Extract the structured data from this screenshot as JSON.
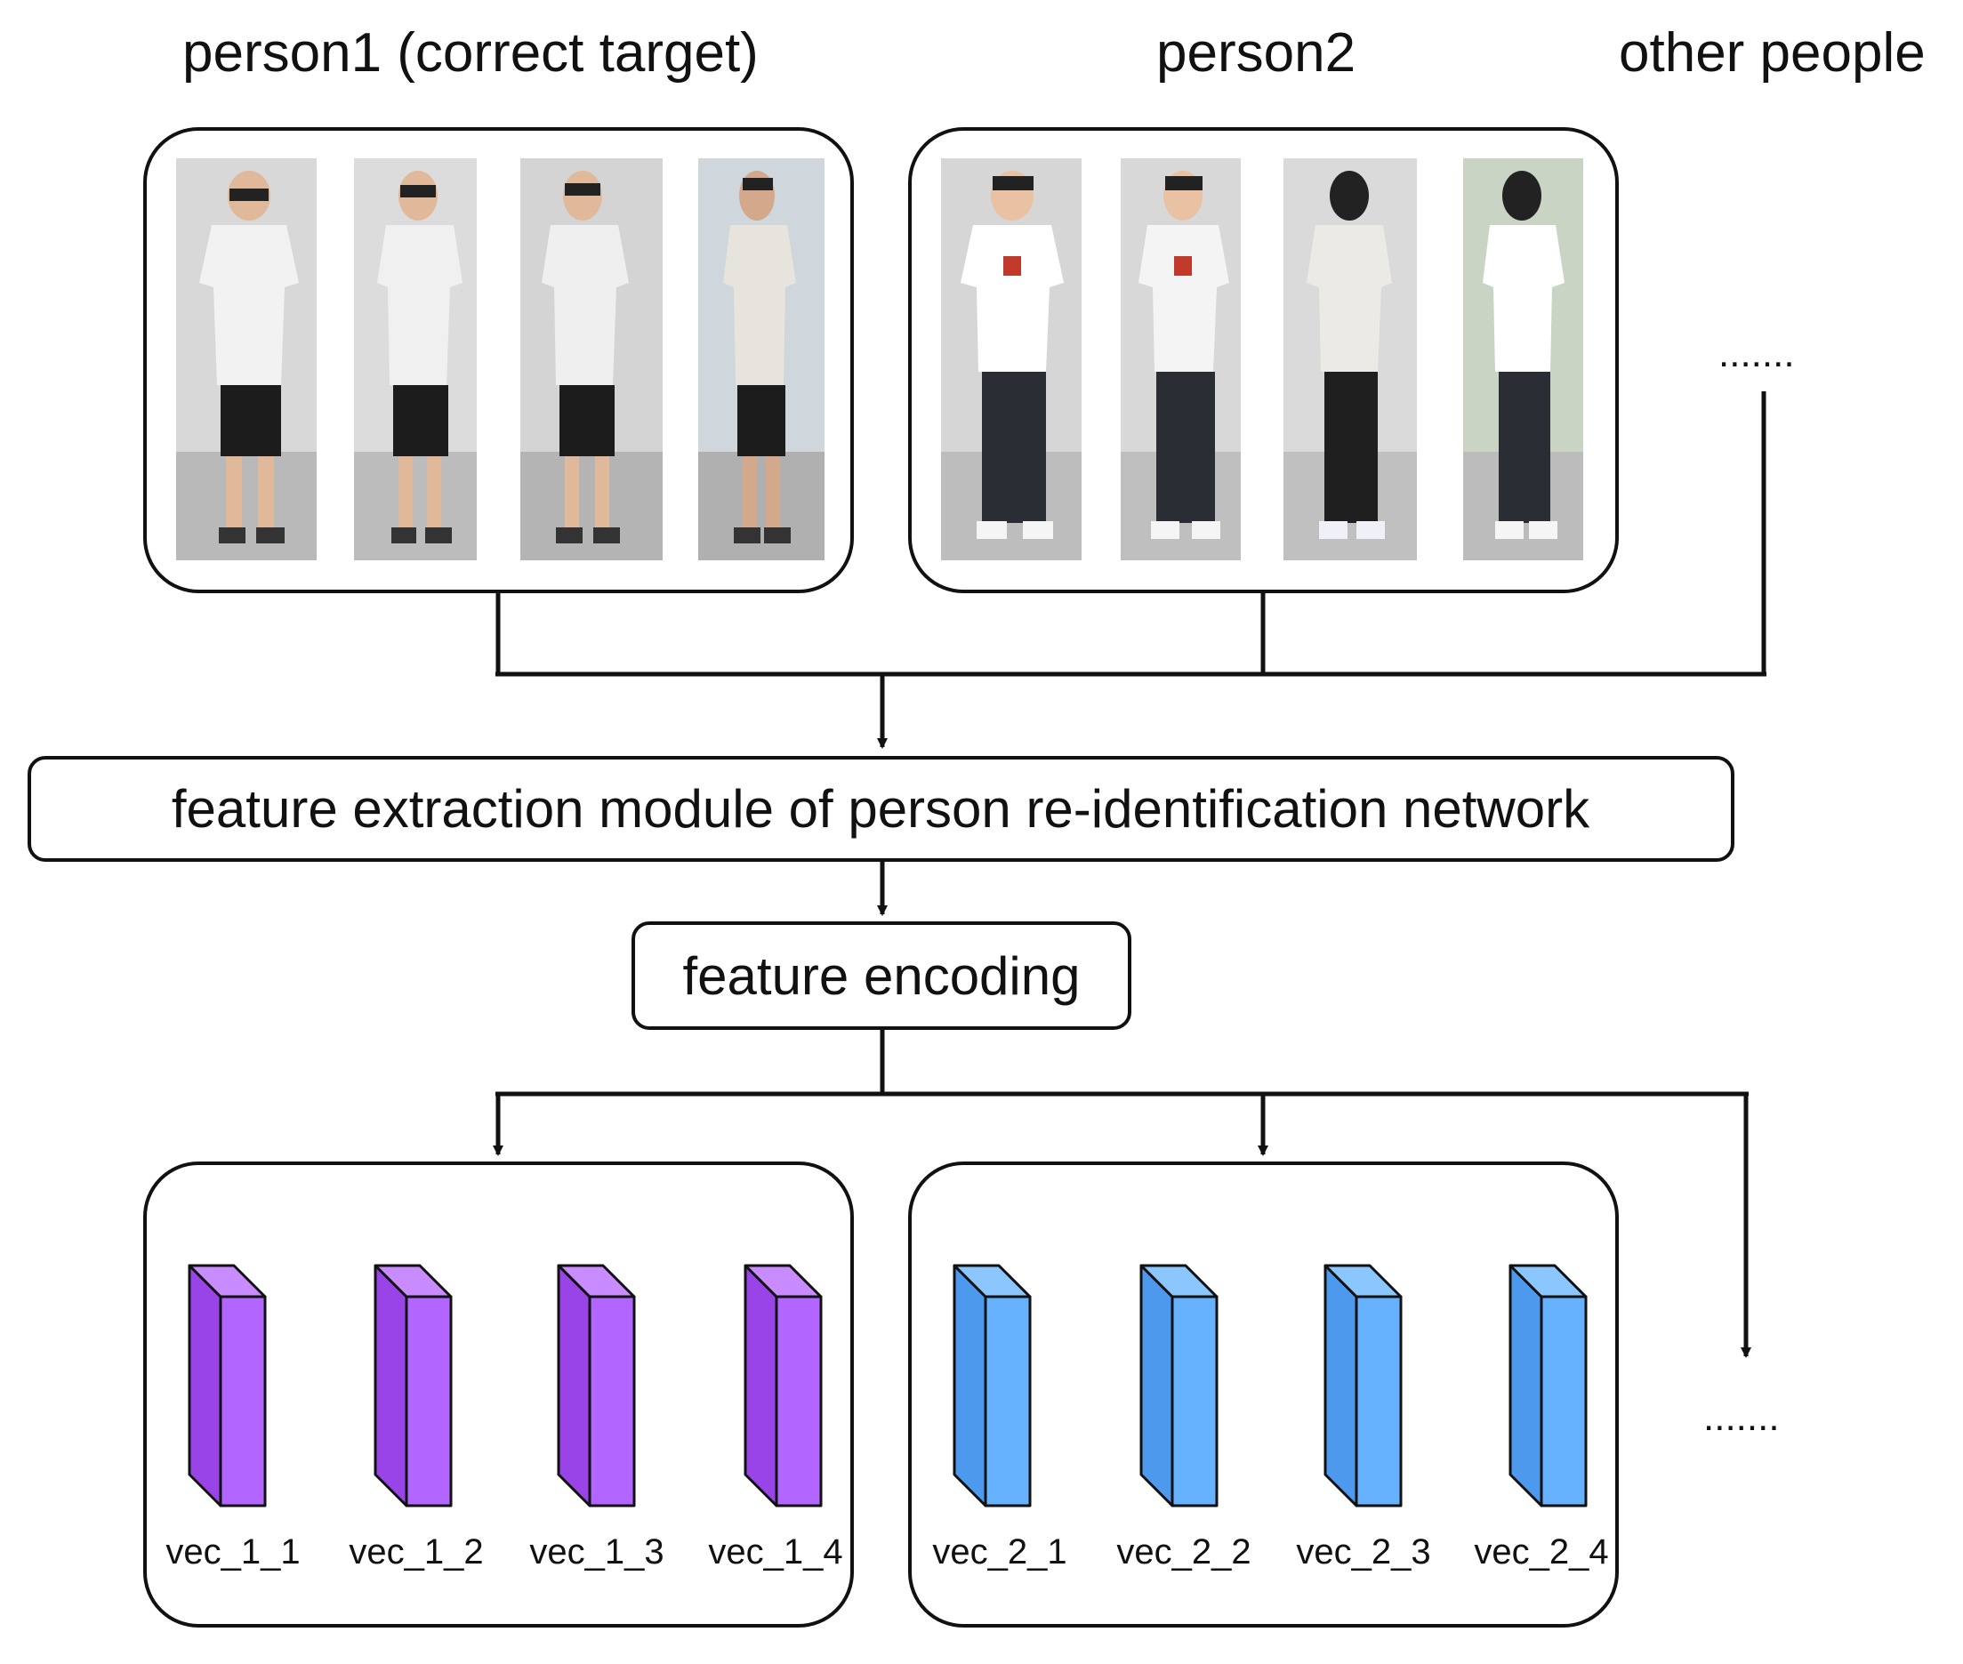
{
  "headers": {
    "person1": "person1  (correct target)",
    "person2": "person2",
    "other": "other people"
  },
  "ellipsis_top": ".......",
  "ellipsis_bottom": ".......",
  "modules": {
    "extraction": "feature extraction module of person re-identification network",
    "encoding": "feature encoding"
  },
  "vectors": {
    "group1": [
      "vec_1_1",
      "vec_1_2",
      "vec_1_3",
      "vec_1_4"
    ],
    "group2": [
      "vec_2_1",
      "vec_2_2",
      "vec_2_3",
      "vec_2_4"
    ]
  },
  "colors": {
    "group1_front": "#b366ff",
    "group1_side": "#9944e6",
    "group1_top": "#c88cff",
    "group2_front": "#66b2ff",
    "group2_side": "#4d99ee",
    "group2_top": "#8cc6ff",
    "stroke": "#111111"
  },
  "photo_placeholders": {
    "person1": [
      "person1-photo-1",
      "person1-photo-2",
      "person1-photo-3",
      "person1-photo-4"
    ],
    "person2": [
      "person2-photo-1",
      "person2-photo-2",
      "person2-photo-3",
      "person2-photo-4"
    ]
  }
}
